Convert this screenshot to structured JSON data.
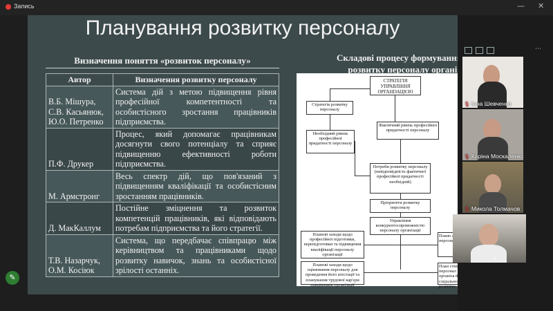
{
  "recording": {
    "label": "Запись"
  },
  "window": {
    "minimize": "—",
    "close": "✕"
  },
  "slide": {
    "title": "Планування розвитку персоналу",
    "left_heading": "Визначення поняття «розвиток персоналу»",
    "table": {
      "headers": [
        "Автор",
        "Визначення розвитку персоналу"
      ],
      "rows": [
        {
          "author": "В.Б. Мішура, С.В. Касьянюк, Ю.О. Петренко",
          "definition": "Система дій з метою підвищення рівня професійної компетентності та особистісного зростання працівників підприємства."
        },
        {
          "author": "П.Ф. Друкер",
          "definition": "Процес, який допомагає працівникам досягнути свого потенціалу та сприяє підвищенню ефективності роботи підприємства."
        },
        {
          "author": "М. Армстронг",
          "definition": "Весь спектр дій, що пов'язаний з підвищенням кваліфікації та особистісним зростанням працівників."
        },
        {
          "author": "Д. МакКаллум",
          "definition": "Постійне зміцнення та розвиток компетенцій працівників, які відповідають потребам підприємства та його стратегії."
        },
        {
          "author": "Т.В. Назарчук, О.М. Косіюк",
          "definition": "Система, що передбачає співпрацю між керівництвом та працівниками щодо розвитку навичок, знань та особистісної зрілості останніх."
        }
      ]
    },
    "right_heading_line1": "Складові процесу формування ст",
    "right_heading_line2": "розвитку персоналу організ",
    "diagram": {
      "strategy": "СТРАТЕГІЯ УПРАВЛІННЯ ОРГАНІЗАЦІЄЮ",
      "personnel_strategy": "Стратегія розвитку персоналу",
      "required_level": "Необхідний рівень професійної придатності персоналу",
      "actual_level": "Фактичний рівень професійної придатності персоналу",
      "needs": "Потреби розвитку персоналу (невідповідність фактичної професійної придатності необхідній)",
      "priorities": "Пріоритети розвитку персоналу",
      "competitiveness": "Управління конкурентоспроможністю персоналу організації",
      "training": "Планові заходи щодо професійної підготовки, перепідготовки та підвищення кваліфікації персоналу організації",
      "evaluation": "Планові заходи щодо оцінювання персоналу для проведення його атестації та планування трудової кар'єри працівників організації",
      "right_top": "Плано адап персона",
      "right_bottom": "План стиму персонал організа його соціального розвитку"
    }
  },
  "participants": [
    {
      "name": "Інна Шевченко",
      "muted": true
    },
    {
      "name": "Каріна Москаленко",
      "muted": true
    },
    {
      "name": "Микола Толмачов",
      "muted": true
    },
    {
      "name": "",
      "muted": false
    }
  ],
  "icons": {
    "record": "red-dot",
    "microphone_muted": "🎙",
    "chevron": "⌄",
    "edit": "✎"
  },
  "colors": {
    "slide_bg": "#3d4a4c",
    "panel_bg": "#1b1b1b",
    "recording": "#e53935",
    "fab": "#2e7d32"
  }
}
